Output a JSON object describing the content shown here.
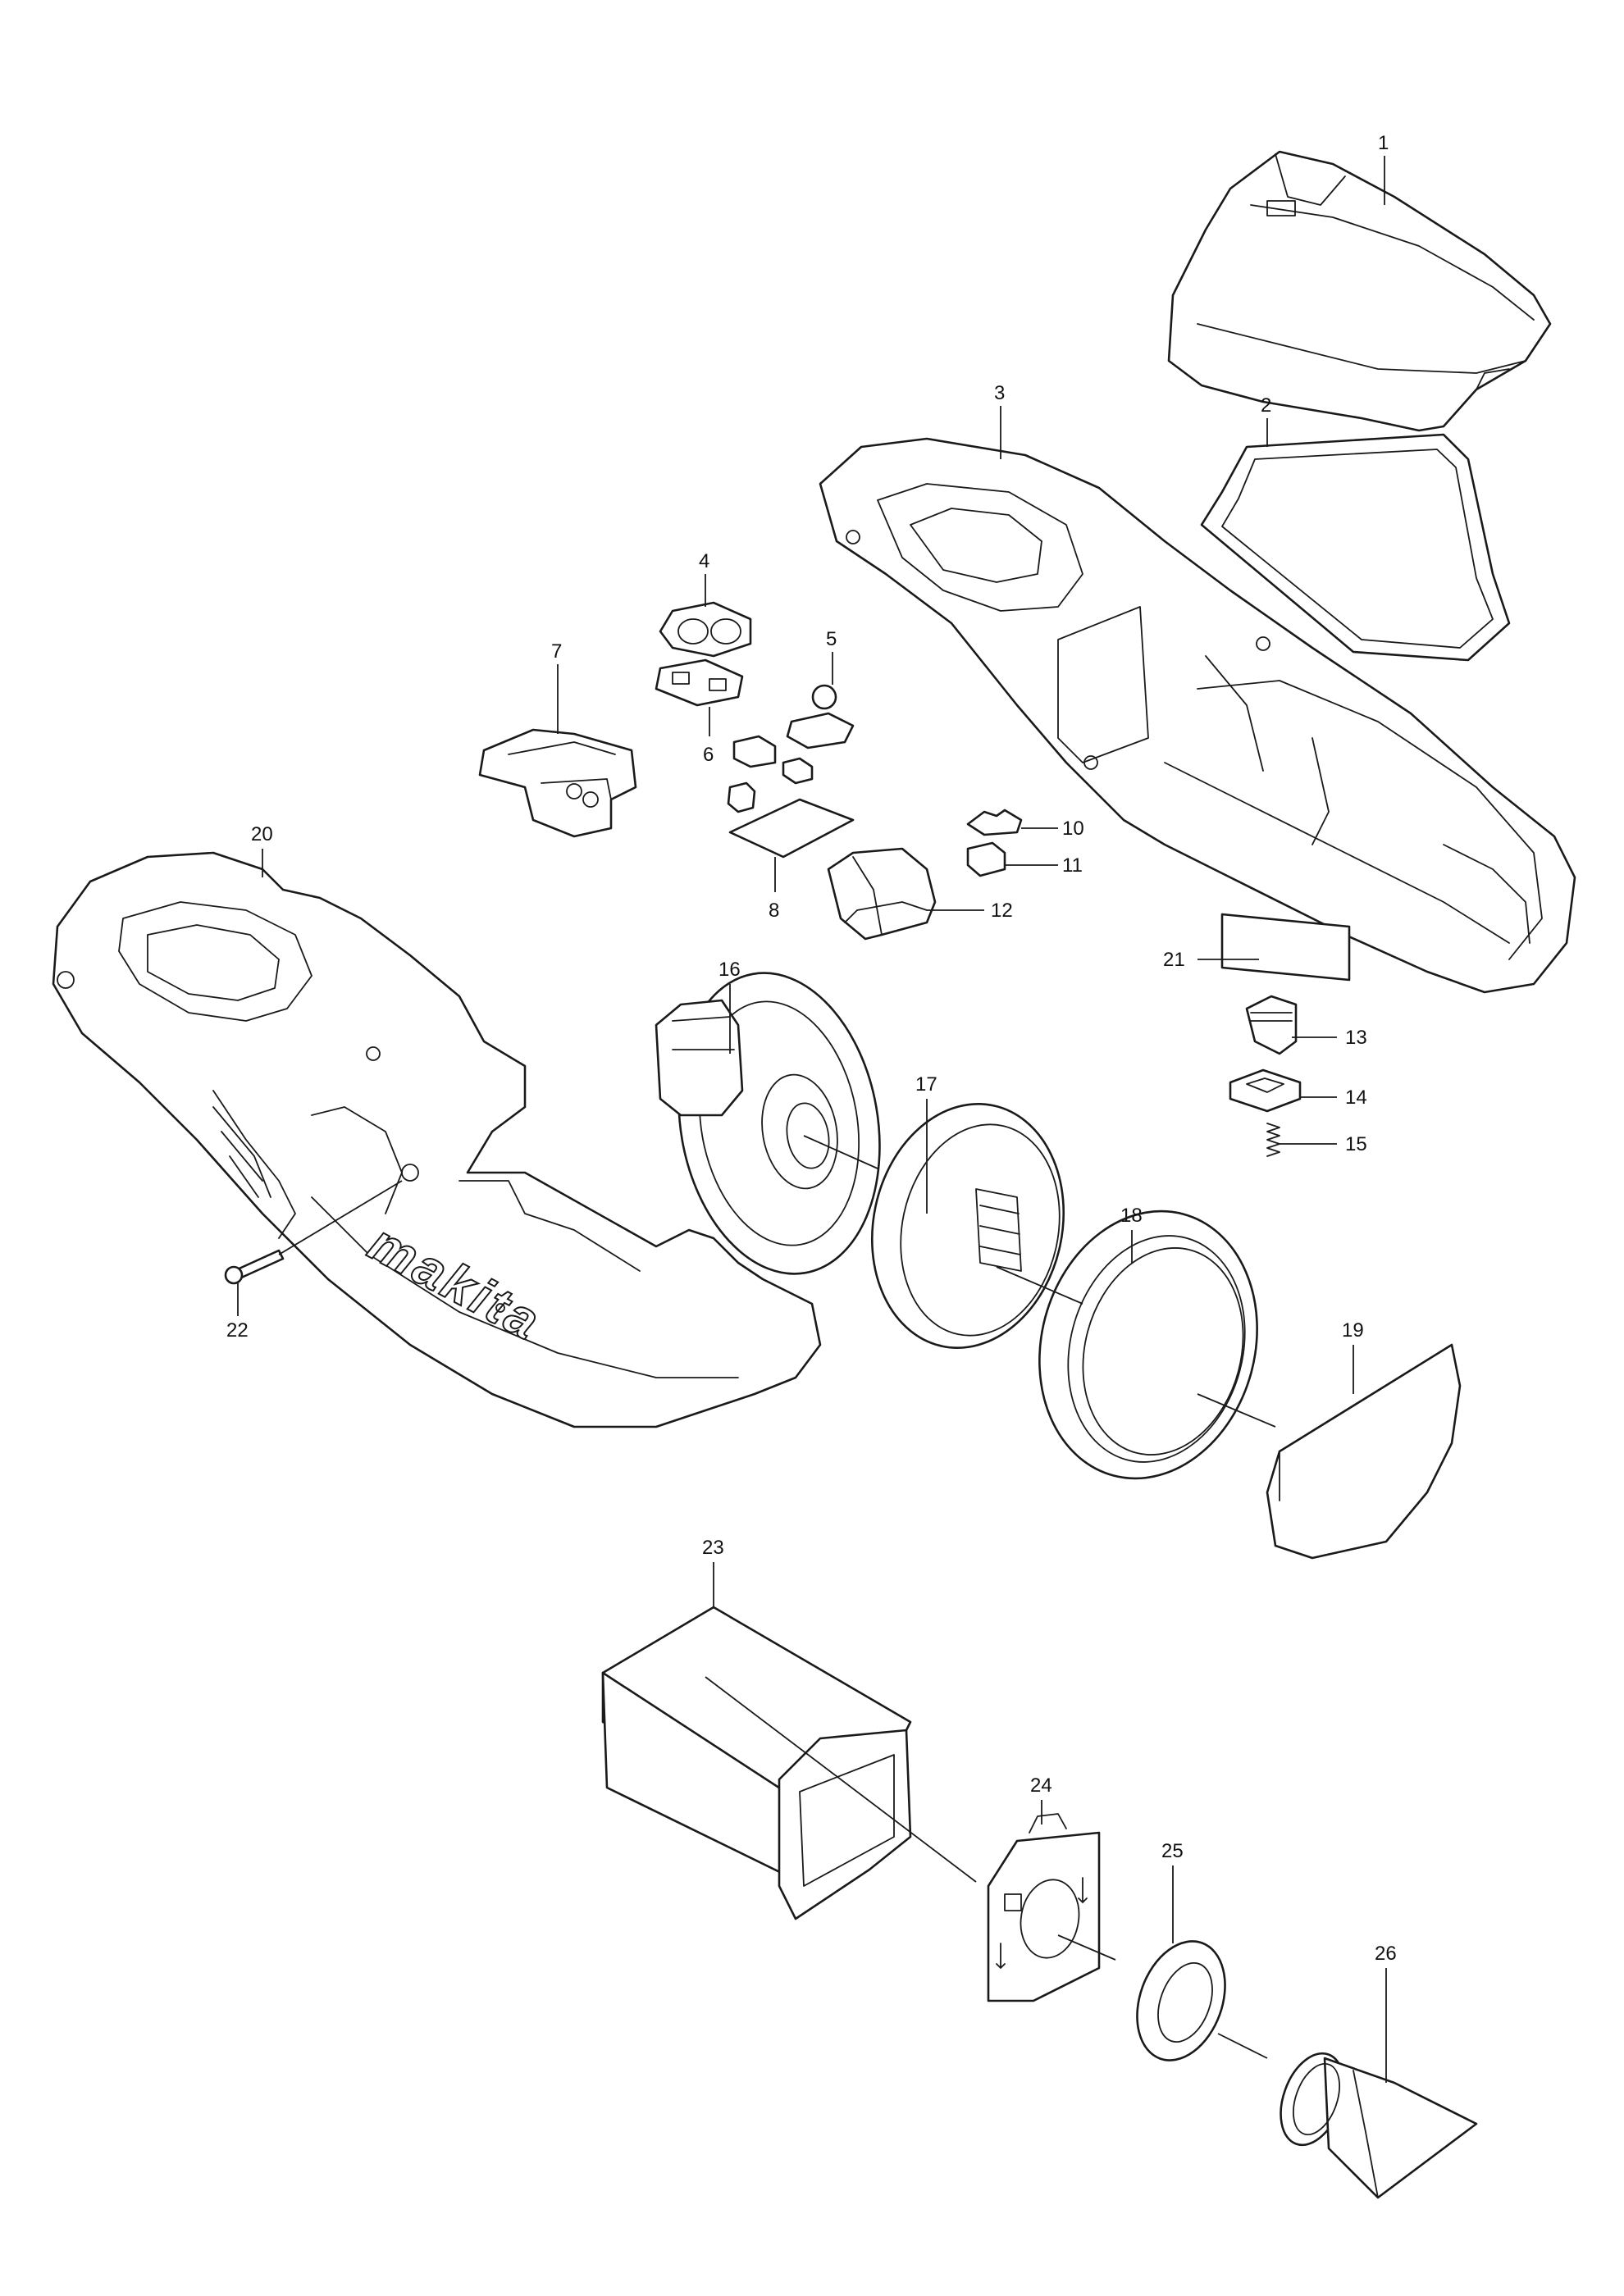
{
  "brand_mark": "makita",
  "colors": {
    "line": "#1a1a1a",
    "background": "#ffffff"
  },
  "callouts": [
    {
      "id": "c1",
      "label": "1"
    },
    {
      "id": "c2",
      "label": "2"
    },
    {
      "id": "c3",
      "label": "3"
    },
    {
      "id": "c4",
      "label": "4"
    },
    {
      "id": "c5",
      "label": "5"
    },
    {
      "id": "c6",
      "label": "6"
    },
    {
      "id": "c7",
      "label": "7"
    },
    {
      "id": "c8",
      "label": "8"
    },
    {
      "id": "c10",
      "label": "10"
    },
    {
      "id": "c11",
      "label": "11"
    },
    {
      "id": "c12",
      "label": "12"
    },
    {
      "id": "c13",
      "label": "13"
    },
    {
      "id": "c14",
      "label": "14"
    },
    {
      "id": "c15",
      "label": "15"
    },
    {
      "id": "c16",
      "label": "16"
    },
    {
      "id": "c17",
      "label": "17"
    },
    {
      "id": "c18",
      "label": "18"
    },
    {
      "id": "c19",
      "label": "19"
    },
    {
      "id": "c20",
      "label": "20"
    },
    {
      "id": "c21",
      "label": "21"
    },
    {
      "id": "c22",
      "label": "22"
    },
    {
      "id": "c23",
      "label": "23"
    },
    {
      "id": "c24",
      "label": "24"
    },
    {
      "id": "c25",
      "label": "25"
    },
    {
      "id": "c26",
      "label": "26"
    }
  ]
}
